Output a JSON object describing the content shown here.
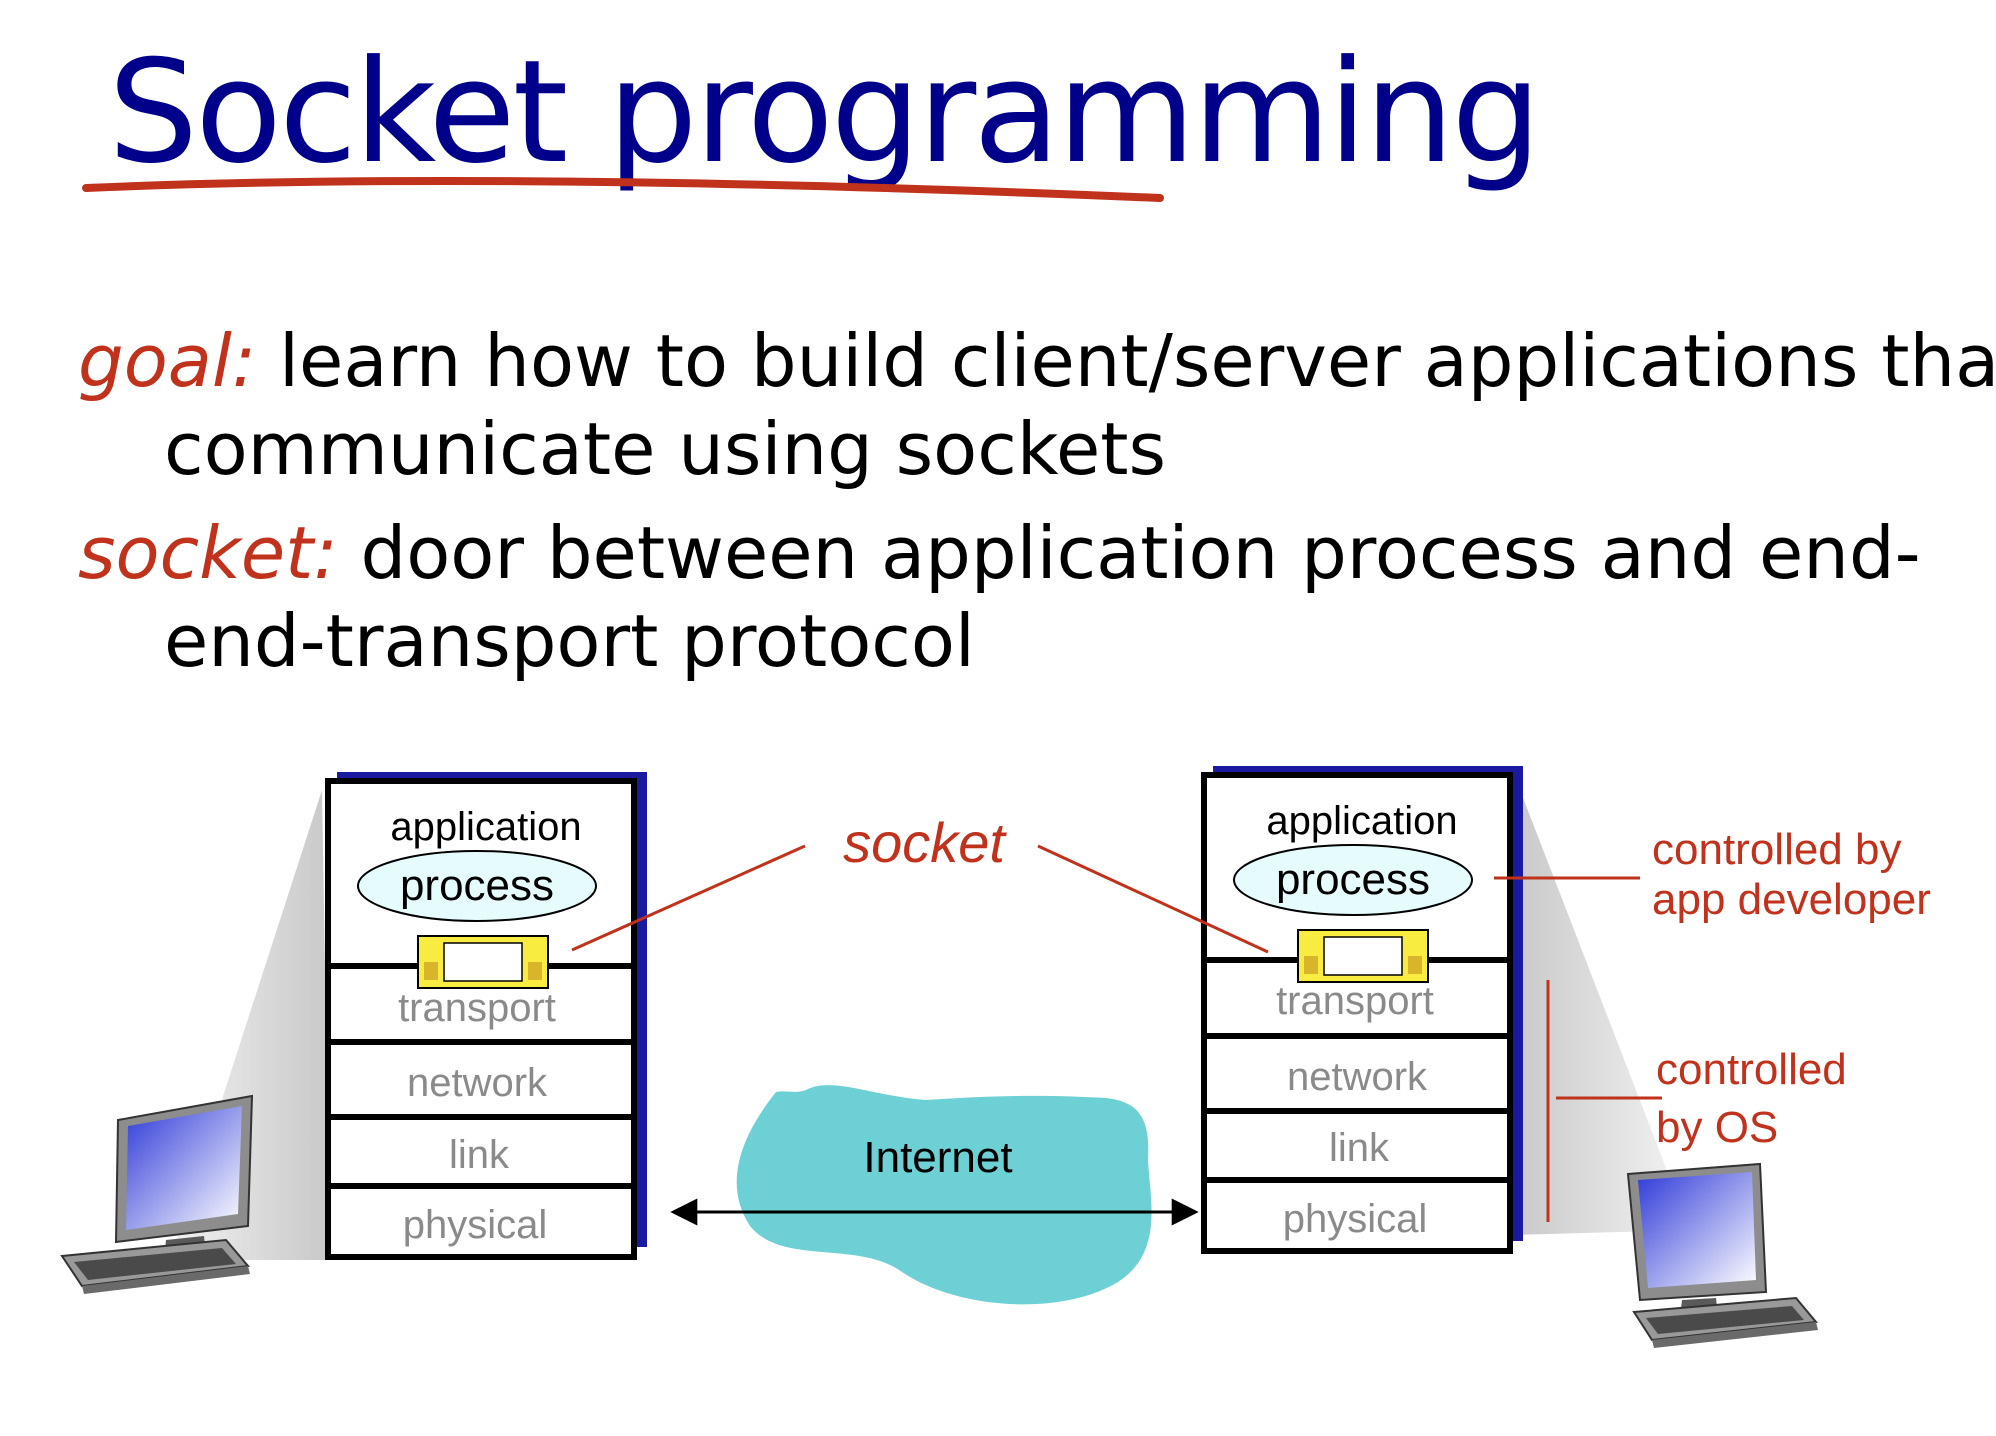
{
  "title": "Socket programming",
  "bullets": {
    "goal": {
      "term": "goal:",
      "line1": " learn how to build client/server applications that",
      "line2": "communicate using sockets"
    },
    "socket": {
      "term": "socket:",
      "line1": " door between application process and end-",
      "line2": "end-transport protocol"
    }
  },
  "diagram": {
    "socket_label": "socket",
    "internet_label": "Internet",
    "left_host": {
      "application": "application",
      "process": "process",
      "layers": [
        "transport",
        "network",
        "link",
        "physical"
      ]
    },
    "right_host": {
      "application": "application",
      "process": "process",
      "layers": [
        "transport",
        "network",
        "link",
        "physical"
      ]
    },
    "app_developer_label": [
      "controlled by",
      "app developer"
    ],
    "os_label": [
      "controlled",
      "by OS"
    ],
    "icons": [
      "computer-icon",
      "computer-icon",
      "socket-door-icon",
      "double-arrow-icon",
      "cloud-icon"
    ]
  },
  "colors": {
    "title": "#00008b",
    "accent_red": "#c0321c",
    "cloud": "#6dd0d4",
    "socket_yellow": "#f7ec3f",
    "process_oval": "#e6fbfb",
    "stack_shadow": "#1a1aa0",
    "layer_text": "#8a8a8a"
  }
}
